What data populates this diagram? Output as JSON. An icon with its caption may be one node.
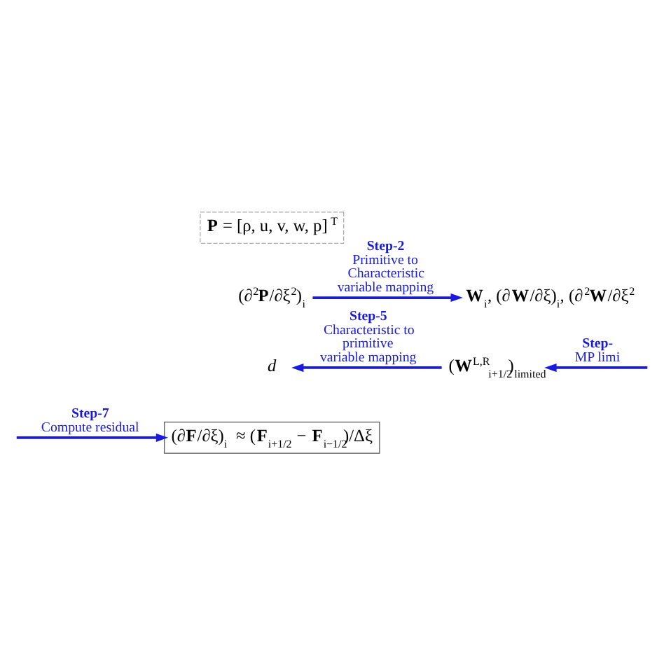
{
  "diagram": {
    "nodes": [
      {
        "text": [
          "**P** = [ρ, u, v, w, p]$^{T}$"
        ]
      },
      {
        "text": [
          "(∂$^{2}$**P**/∂ξ$^{2}$)$_{i}$"
        ]
      },
      {
        "text": [
          "**W**$_{i}$, (∂**W**/∂ξ)$_{i}$, (∂$^{2}$**W**/∂ξ$^{2}$"
        ]
      },
      {
        "text": [
          "*d*"
        ]
      },
      {
        "text": [
          "(**W**$^{L,R}$$_{i+1/2}$)$_{limited}$"
        ]
      },
      {
        "text": [
          "(∂**F**/∂ξ)$_{i}$ ≈ (**F**$_{i+1/2}$ − **F**$_{i−1/2}$)/Δξ"
        ]
      }
    ],
    "edges": [
      {
        "from": 1,
        "to": 2,
        "arrow": "to",
        "label": "**Step-2** Primitive to Characteristic variable mapping"
      },
      {
        "from": 4,
        "to": 3,
        "arrow": "to",
        "label": "**Step-5** Characteristic to primitive variable mapping"
      },
      {
        "from": null,
        "to": 4,
        "arrow": "to",
        "label": "**Step-** MP limi"
      },
      {
        "from": null,
        "to": 5,
        "arrow": "to",
        "label": "**Step-7** Compute residual"
      }
    ]
  }
}
